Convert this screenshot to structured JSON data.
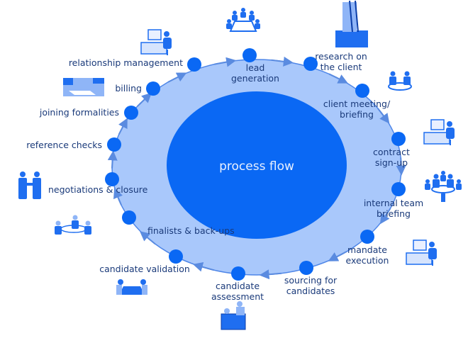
{
  "title": "process flow",
  "colors": {
    "ring_fill": "#a9c8fb",
    "ring_stroke": "#4e86e8",
    "core_fill": "#0a68f4",
    "node_fill": "#0a68f4",
    "arrow": "#5a8be0",
    "label_text": "#1a3a7a",
    "icon": "#1f6ef0"
  },
  "steps": [
    {
      "id": "lead-generation",
      "lines": [
        "lead",
        "generation"
      ],
      "icon": "conference-table-icon"
    },
    {
      "id": "research-on-the-client",
      "lines": [
        "research on",
        "the client"
      ],
      "icon": "ladder-research-icon"
    },
    {
      "id": "client-meeting-briefing",
      "lines": [
        "client meeting/",
        "briefing"
      ],
      "icon": "meeting-people-icon"
    },
    {
      "id": "contract-sign-up",
      "lines": [
        "contract",
        "sign-up"
      ],
      "icon": "computer-desk-icon"
    },
    {
      "id": "internal-team-briefing",
      "lines": [
        "internal team",
        "briefing"
      ],
      "icon": "team-briefing-icon"
    },
    {
      "id": "mandate-execution",
      "lines": [
        "mandate",
        "execution"
      ],
      "icon": "office-workstations-icon"
    },
    {
      "id": "sourcing-for-candidates",
      "lines": [
        "sourcing for",
        "candidates"
      ],
      "icon": ""
    },
    {
      "id": "candidate-assessment",
      "lines": [
        "candidate",
        "assessment"
      ],
      "icon": "interview-desk-icon"
    },
    {
      "id": "candidate-validation",
      "lines": [
        "candidate validation"
      ],
      "icon": "table-discussion-icon"
    },
    {
      "id": "finalists-back-ups",
      "lines": [
        "finalists & back-ups"
      ],
      "icon": "round-table-icon"
    },
    {
      "id": "negotiations-closure",
      "lines": [
        "negotiations & closure"
      ],
      "icon": "handshake-icon"
    },
    {
      "id": "reference-checks",
      "lines": [
        "reference checks"
      ],
      "icon": ""
    },
    {
      "id": "joining-formalities",
      "lines": [
        "joining formalities"
      ],
      "icon": ""
    },
    {
      "id": "billing",
      "lines": [
        "billing"
      ],
      "icon": "payment-hands-icon"
    },
    {
      "id": "relationship-management",
      "lines": [
        "relationship management"
      ],
      "icon": "computer-workers-icon"
    }
  ]
}
